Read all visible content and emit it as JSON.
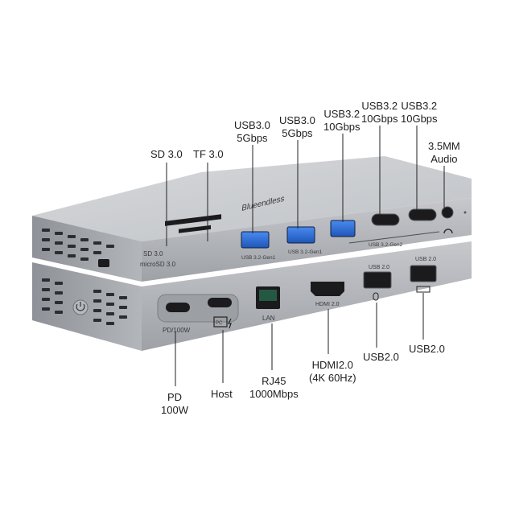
{
  "device": {
    "brand_logo": "Blueendless",
    "top_unit_labels": {
      "sd": "SD 3.0",
      "microsd": "microSD 3.0",
      "usb_a_1": "USB 3.2-Gen1",
      "usb_a_2": "USB 3.2-Gen1",
      "usb_c_group": "USB 3.2-Gen2"
    },
    "bottom_unit_labels": {
      "pd": "PD/100W",
      "lan": "LAN",
      "hdmi": "HDMI 2.0",
      "usb_a_left": "USB 2.0",
      "usb_a_right": "USB 2.0",
      "host": "PC"
    }
  },
  "callouts_top": [
    {
      "id": "sd",
      "lines": [
        "SD 3.0"
      ]
    },
    {
      "id": "tf",
      "lines": [
        "TF 3.0"
      ]
    },
    {
      "id": "usb30_a",
      "lines": [
        "USB3.0",
        "5Gbps"
      ]
    },
    {
      "id": "usb30_b",
      "lines": [
        "USB3.0",
        "5Gbps"
      ]
    },
    {
      "id": "usb32_a",
      "lines": [
        "USB3.2",
        "10Gbps"
      ]
    },
    {
      "id": "usb32_c1",
      "lines": [
        "USB3.2",
        "10Gbps"
      ]
    },
    {
      "id": "usb32_c2",
      "lines": [
        "USB3.2",
        "10Gbps"
      ]
    },
    {
      "id": "audio",
      "lines": [
        "3.5MM",
        "Audio"
      ]
    }
  ],
  "callouts_bottom": [
    {
      "id": "pd",
      "lines": [
        "PD",
        "100W"
      ]
    },
    {
      "id": "host",
      "lines": [
        "Host"
      ]
    },
    {
      "id": "rj45",
      "lines": [
        "RJ45",
        "1000Mbps"
      ]
    },
    {
      "id": "hdmi",
      "lines": [
        "HDMI2.0",
        "(4K 60Hz)"
      ]
    },
    {
      "id": "usb20_a",
      "lines": [
        "USB2.0"
      ]
    },
    {
      "id": "usb20_b",
      "lines": [
        "USB2.0"
      ]
    }
  ],
  "colors": {
    "body_light": "#c9cbcf",
    "body_mid": "#a9acb1",
    "body_dark": "#7d8086",
    "port_black": "#1b1b1d",
    "usb3_blue": "#2d6fd6",
    "leader_line": "#222222"
  }
}
